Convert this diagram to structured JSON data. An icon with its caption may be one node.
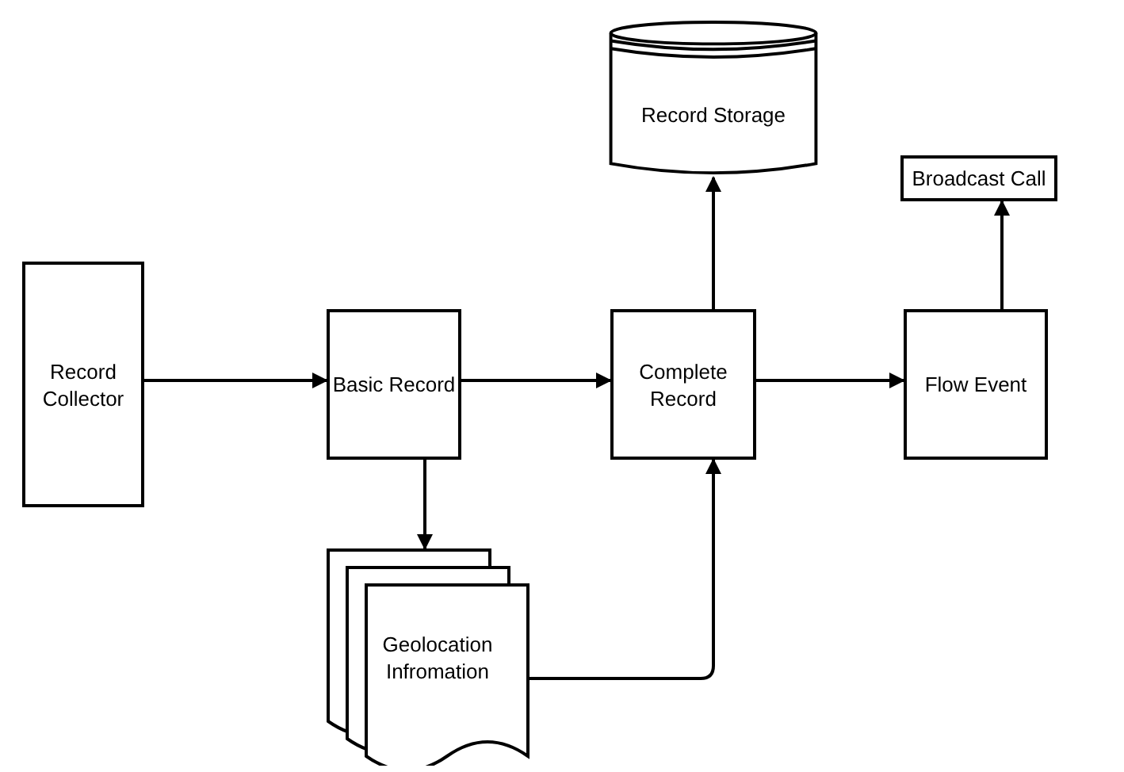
{
  "diagram": {
    "nodes": [
      {
        "text": [
          "Record Collector"
        ]
      },
      {
        "text": [
          "Basic Record"
        ]
      },
      {
        "text": [
          "Complete Record"
        ]
      },
      {
        "text": [
          "Flow Event"
        ]
      },
      {
        "text": [
          "Record Storage"
        ]
      },
      {
        "text": [
          "Broadcast Call"
        ]
      },
      {
        "text": [
          "Geolocation Infromation"
        ]
      }
    ],
    "edges": [
      {
        "from": 0,
        "to": 1,
        "arrow": "to"
      },
      {
        "from": 1,
        "to": 2,
        "arrow": "to"
      },
      {
        "from": 2,
        "to": 3,
        "arrow": "to"
      },
      {
        "from": 2,
        "to": 4,
        "arrow": "to"
      },
      {
        "from": 3,
        "to": 5,
        "arrow": "to"
      },
      {
        "from": 1,
        "to": 6,
        "arrow": "to"
      },
      {
        "from": 6,
        "to": 2,
        "arrow": "to"
      }
    ]
  }
}
